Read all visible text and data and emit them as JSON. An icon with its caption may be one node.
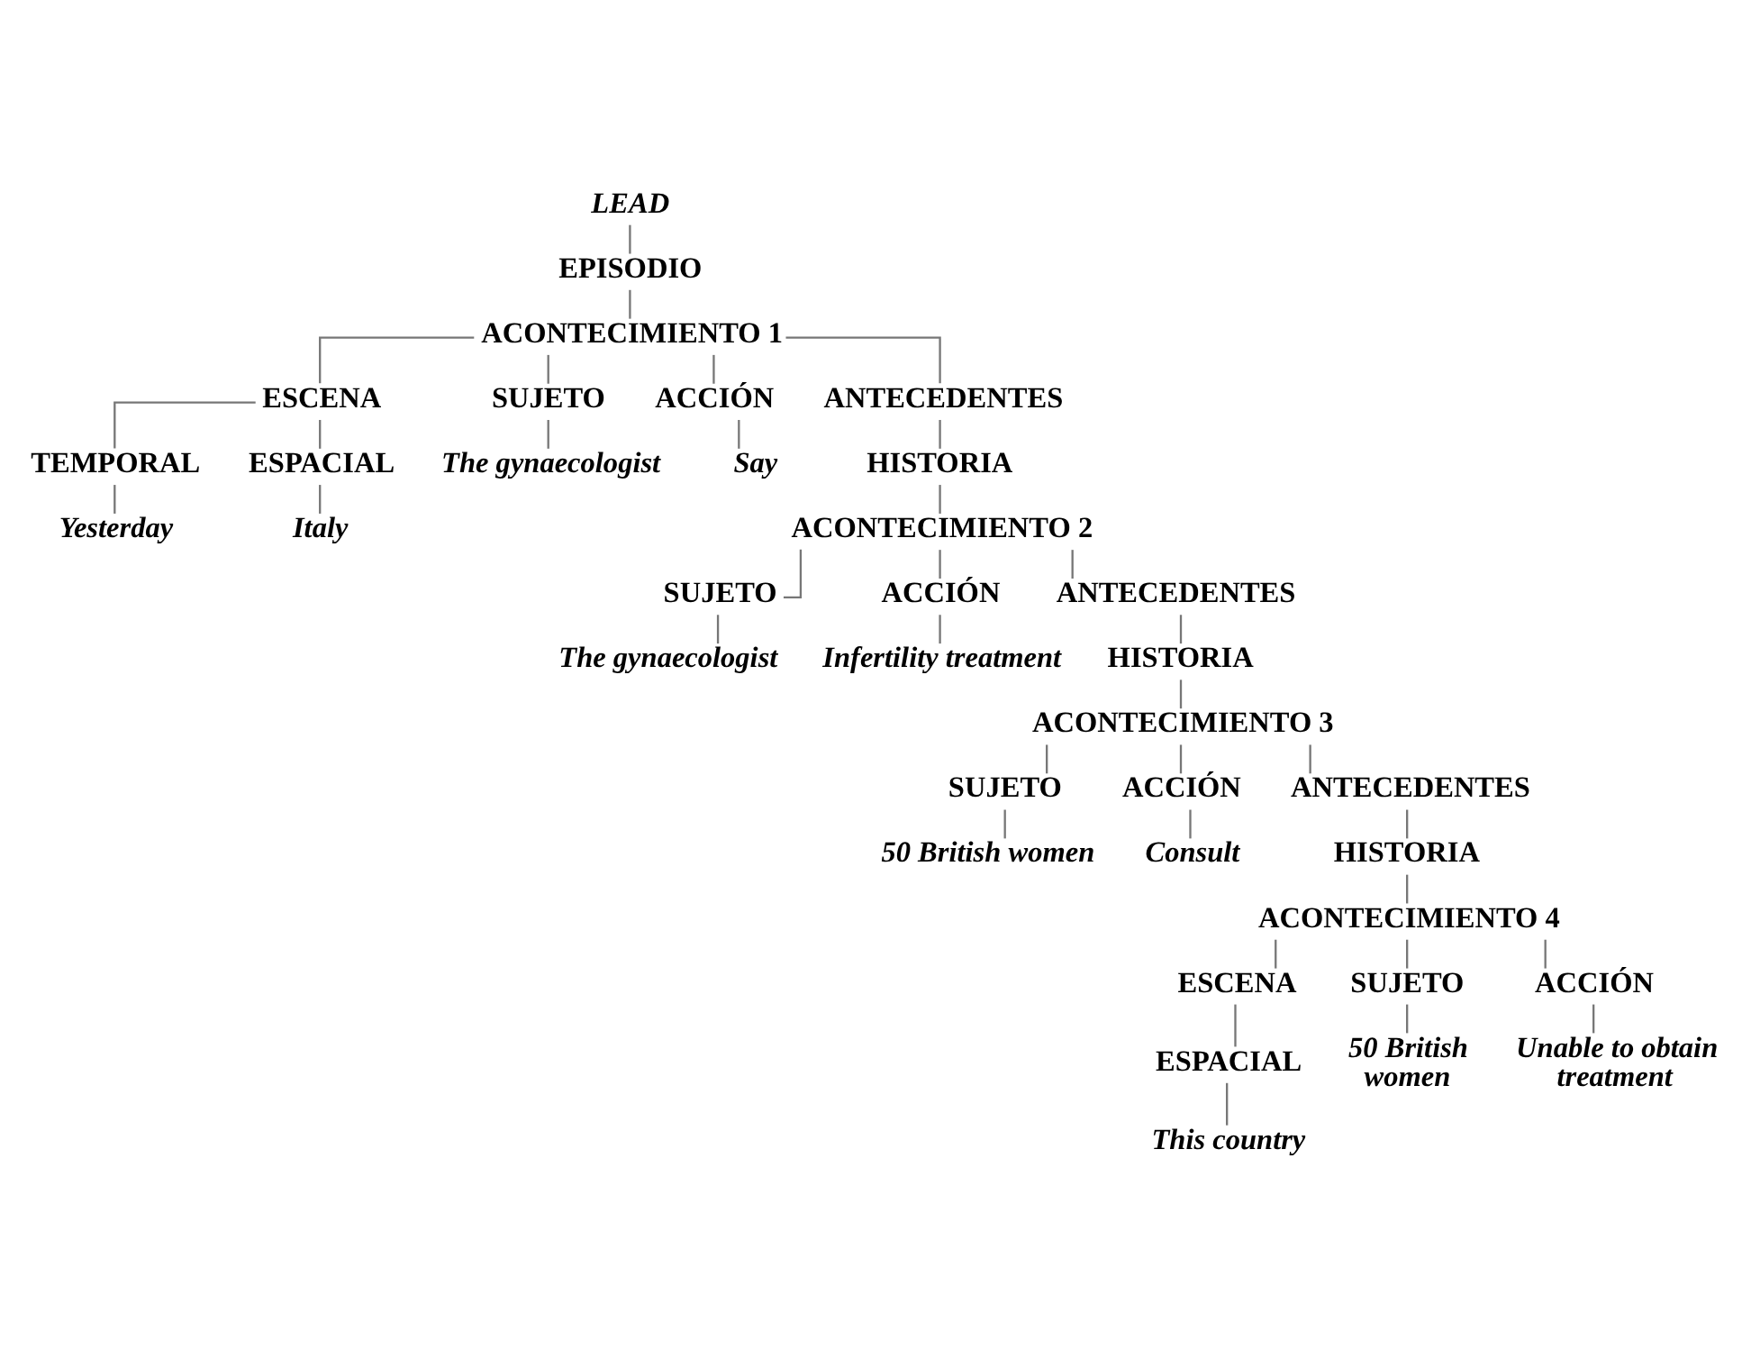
{
  "diagram": {
    "nodes": [
      {
        "text": [
          "LEAD"
        ]
      },
      {
        "text": [
          "EPISODIO"
        ]
      },
      {
        "text": [
          "ACONTECIMIENTO 1"
        ]
      },
      {
        "text": [
          "ESCENA"
        ]
      },
      {
        "text": [
          "SUJETO"
        ]
      },
      {
        "text": [
          "ACCIÓN"
        ]
      },
      {
        "text": [
          "ANTECEDENTES"
        ]
      },
      {
        "text": [
          "TEMPORAL"
        ]
      },
      {
        "text": [
          "ESPACIAL"
        ]
      },
      {
        "text": [
          "The gynaecologist"
        ]
      },
      {
        "text": [
          "Say"
        ]
      },
      {
        "text": [
          "HISTORIA"
        ]
      },
      {
        "text": [
          "Yesterday"
        ]
      },
      {
        "text": [
          "Italy"
        ]
      },
      {
        "text": [
          "ACONTECIMIENTO 2"
        ]
      },
      {
        "text": [
          "SUJETO"
        ]
      },
      {
        "text": [
          "ACCIÓN"
        ]
      },
      {
        "text": [
          "ANTECEDENTES"
        ]
      },
      {
        "text": [
          "The gynaecologist"
        ]
      },
      {
        "text": [
          "Infertility treatment"
        ]
      },
      {
        "text": [
          "HISTORIA"
        ]
      },
      {
        "text": [
          "ACONTECIMIENTO 3"
        ]
      },
      {
        "text": [
          "SUJETO"
        ]
      },
      {
        "text": [
          "ACCIÓN"
        ]
      },
      {
        "text": [
          "ANTECEDENTES"
        ]
      },
      {
        "text": [
          "50 British women"
        ]
      },
      {
        "text": [
          "Consult"
        ]
      },
      {
        "text": [
          "HISTORIA"
        ]
      },
      {
        "text": [
          "ACONTECIMIENTO 4"
        ]
      },
      {
        "text": [
          "ESCENA"
        ]
      },
      {
        "text": [
          "SUJETO"
        ]
      },
      {
        "text": [
          "ACCIÓN"
        ]
      },
      {
        "text": [
          "ESPACIAL"
        ]
      },
      {
        "text": [
          "50 British women"
        ]
      },
      {
        "text": [
          "Unable to obtain treatment"
        ]
      },
      {
        "text": [
          "This country"
        ]
      }
    ],
    "edges": [
      {
        "from": 0,
        "to": 1,
        "arrow": "none"
      },
      {
        "from": 1,
        "to": 2,
        "arrow": "none"
      },
      {
        "from": 2,
        "to": 3,
        "arrow": "none"
      },
      {
        "from": 2,
        "to": 4,
        "arrow": "none"
      },
      {
        "from": 2,
        "to": 5,
        "arrow": "none"
      },
      {
        "from": 2,
        "to": 6,
        "arrow": "none"
      },
      {
        "from": 3,
        "to": 7,
        "arrow": "none"
      },
      {
        "from": 3,
        "to": 8,
        "arrow": "none"
      },
      {
        "from": 4,
        "to": 9,
        "arrow": "none"
      },
      {
        "from": 5,
        "to": 10,
        "arrow": "none"
      },
      {
        "from": 6,
        "to": 11,
        "arrow": "none"
      },
      {
        "from": 7,
        "to": 12,
        "arrow": "none"
      },
      {
        "from": 8,
        "to": 13,
        "arrow": "none"
      },
      {
        "from": 11,
        "to": 14,
        "arrow": "none"
      },
      {
        "from": 14,
        "to": 15,
        "arrow": "none"
      },
      {
        "from": 14,
        "to": 16,
        "arrow": "none"
      },
      {
        "from": 14,
        "to": 17,
        "arrow": "none"
      },
      {
        "from": 15,
        "to": 18,
        "arrow": "none"
      },
      {
        "from": 16,
        "to": 19,
        "arrow": "none"
      },
      {
        "from": 17,
        "to": 20,
        "arrow": "none"
      },
      {
        "from": 20,
        "to": 21,
        "arrow": "none"
      },
      {
        "from": 21,
        "to": 22,
        "arrow": "none"
      },
      {
        "from": 21,
        "to": 23,
        "arrow": "none"
      },
      {
        "from": 21,
        "to": 24,
        "arrow": "none"
      },
      {
        "from": 22,
        "to": 25,
        "arrow": "none"
      },
      {
        "from": 23,
        "to": 26,
        "arrow": "none"
      },
      {
        "from": 24,
        "to": 27,
        "arrow": "none"
      },
      {
        "from": 27,
        "to": 28,
        "arrow": "none"
      },
      {
        "from": 28,
        "to": 29,
        "arrow": "none"
      },
      {
        "from": 28,
        "to": 30,
        "arrow": "none"
      },
      {
        "from": 28,
        "to": 31,
        "arrow": "none"
      },
      {
        "from": 29,
        "to": 32,
        "arrow": "none"
      },
      {
        "from": 30,
        "to": 33,
        "arrow": "none"
      },
      {
        "from": 31,
        "to": 34,
        "arrow": "none"
      },
      {
        "from": 32,
        "to": 35,
        "arrow": "none"
      }
    ]
  }
}
